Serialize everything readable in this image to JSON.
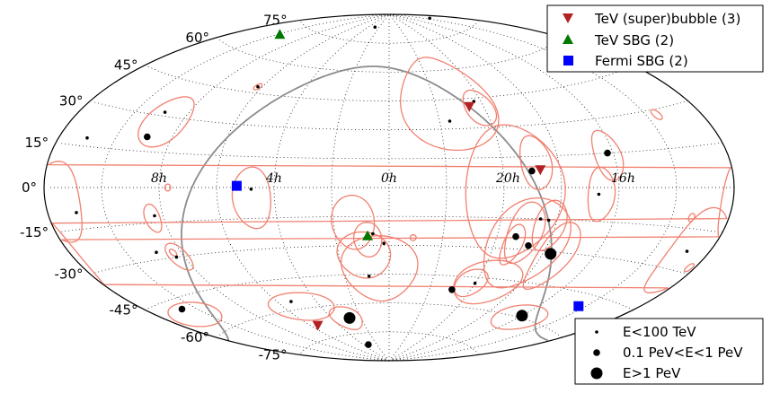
{
  "chart_data": {
    "type": "scatter",
    "projection": "aitoff",
    "coordinate_system": "equatorial",
    "title": "",
    "xlabel": "",
    "ylabel": "",
    "ra_range_hours": [
      0,
      24
    ],
    "dec_range_deg": [
      -90,
      90
    ],
    "grid": true,
    "ra_tick_labels": [
      "8h",
      "4h",
      "0h",
      "20h",
      "16h"
    ],
    "ra_tick_values_h": [
      8,
      4,
      0,
      20,
      16
    ],
    "dec_tick_labels": [
      "75°",
      "60°",
      "45°",
      "30°",
      "15°",
      "0°",
      "-15°",
      "-30°",
      "-45°",
      "-60°",
      "-75°"
    ],
    "dec_tick_values": [
      75,
      60,
      45,
      30,
      15,
      0,
      -15,
      -30,
      -45,
      -60,
      -75
    ],
    "colors": {
      "bubble": "#b22222",
      "sbg_tev": "#007800",
      "sbg_fermi": "#0000ff",
      "contour": "#f08070",
      "plane": "#8c8c8c",
      "events": "#000000"
    },
    "legend_sources": {
      "position": "top-right",
      "entries": [
        {
          "label": "TeV (super)bubble (3)",
          "marker": "triangle-down",
          "color": "#b22222"
        },
        {
          "label": "TeV SBG (2)",
          "marker": "triangle-up",
          "color": "#007800"
        },
        {
          "label": "Fermi SBG (2)",
          "marker": "square",
          "color": "#0000ff"
        }
      ]
    },
    "legend_energy": {
      "position": "bottom-right",
      "entries": [
        {
          "label": "E<100 TeV",
          "size": "small"
        },
        {
          "label": "0.1 PeV<E<1 PeV",
          "size": "medium"
        },
        {
          "label": "E>1 PeV",
          "size": "large"
        }
      ]
    },
    "sources": [
      {
        "type": "bubble",
        "ra_h": 20.6,
        "dec": 40.9
      },
      {
        "type": "bubble",
        "ra_h": 18.7,
        "dec": 8.5
      },
      {
        "type": "bubble",
        "ra_h": 5.5,
        "dec": -68.5
      },
      {
        "type": "sbg_tev",
        "ra_h": 0.8,
        "dec": -25.0
      },
      {
        "type": "sbg_tev",
        "ra_h": 9.9,
        "dec": 69.6
      },
      {
        "type": "sbg_fermi",
        "ra_h": 5.3,
        "dec": 0.8
      },
      {
        "type": "sbg_fermi",
        "ra_h": 14.3,
        "dec": -50.0
      }
    ],
    "events": [
      {
        "ra_h": 8.9,
        "dec": 31.6,
        "class": "small"
      },
      {
        "ra_h": 8.9,
        "dec": 21.0,
        "class": "medium"
      },
      {
        "ra_h": 6.2,
        "dec": 48.0,
        "class": "small"
      },
      {
        "ra_h": 11.0,
        "dec": 18.0,
        "class": "small"
      },
      {
        "ra_h": 11.0,
        "dec": -9.0,
        "class": "small"
      },
      {
        "ra_h": 8.3,
        "dec": -12.0,
        "class": "small"
      },
      {
        "ra_h": 8.9,
        "dec": -27.0,
        "class": "small"
      },
      {
        "ra_h": 8.3,
        "dec": -30.0,
        "class": "small"
      },
      {
        "ra_h": 10.6,
        "dec": -49.0,
        "class": "medium"
      },
      {
        "ra_h": 4.8,
        "dec": -0.8,
        "class": "small"
      },
      {
        "ra_h": 0.6,
        "dec": -24.0,
        "class": "small"
      },
      {
        "ra_h": 0.2,
        "dec": -29.0,
        "class": "small"
      },
      {
        "ra_h": 0.9,
        "dec": -46.0,
        "class": "small"
      },
      {
        "ra_h": 5.3,
        "dec": -56.0,
        "class": "small"
      },
      {
        "ra_h": 2.8,
        "dec": -67.0,
        "class": "large"
      },
      {
        "ra_h": 3.3,
        "dec": -81.0,
        "class": "medium"
      },
      {
        "ra_h": 20.3,
        "dec": 43.3,
        "class": "small"
      },
      {
        "ra_h": 21.6,
        "dec": 34.0,
        "class": "small"
      },
      {
        "ra_h": 19.0,
        "dec": 8.0,
        "class": "medium"
      },
      {
        "ra_h": 16.2,
        "dec": 15.0,
        "class": "medium"
      },
      {
        "ra_h": 16.7,
        "dec": -3.0,
        "class": "small"
      },
      {
        "ra_h": 18.6,
        "dec": -15.0,
        "class": "small"
      },
      {
        "ra_h": 18.3,
        "dec": -15.5,
        "class": "small"
      },
      {
        "ra_h": 19.3,
        "dec": -24.0,
        "class": "medium"
      },
      {
        "ra_h": 18.7,
        "dec": -28.0,
        "class": "medium"
      },
      {
        "ra_h": 17.7,
        "dec": -31.0,
        "class": "large"
      },
      {
        "ra_h": 20.0,
        "dec": -48.0,
        "class": "small"
      },
      {
        "ra_h": 20.9,
        "dec": -52.0,
        "class": "medium"
      },
      {
        "ra_h": 16.0,
        "dec": -59.0,
        "class": "large"
      },
      {
        "ra_h": 12.8,
        "dec": -23.0,
        "class": "small"
      },
      {
        "ra_h": 13.5,
        "dec": 83.0,
        "class": "small"
      },
      {
        "ra_h": 2.8,
        "dec": 83.0,
        "class": "small"
      }
    ],
    "contours": [
      {
        "ra_h": 8.6,
        "dec": 28.0,
        "w_deg": 22,
        "h_deg": 22
      },
      {
        "ra_h": 13.6,
        "dec": 28.0,
        "w_deg": 4,
        "h_deg": 4
      },
      {
        "ra_h": 11.6,
        "dec": -5.0,
        "w_deg": 24,
        "h_deg": 28
      },
      {
        "ra_h": 8.4,
        "dec": -13.0,
        "w_deg": 8,
        "h_deg": 12
      },
      {
        "ra_h": 8.2,
        "dec": -30.0,
        "w_deg": 10,
        "h_deg": 12
      },
      {
        "ra_h": 8.3,
        "dec": -28.0,
        "w_deg": 3,
        "h_deg": 3
      },
      {
        "ra_h": 6.2,
        "dec": 48.0,
        "w_deg": 3,
        "h_deg": 3
      },
      {
        "ra_h": 7.7,
        "dec": 0.0,
        "w_deg": 3,
        "h_deg": 3
      },
      {
        "ra_h": 10.5,
        "dec": -52.0,
        "w_deg": 24,
        "h_deg": 10
      },
      {
        "ra_h": 4.8,
        "dec": -5.0,
        "w_deg": 20,
        "h_deg": 30
      },
      {
        "ra_h": 1.3,
        "dec": -18.0,
        "w_deg": 22,
        "h_deg": 28
      },
      {
        "ra_h": 0.8,
        "dec": -27.0,
        "w_deg": 14,
        "h_deg": 18
      },
      {
        "ra_h": 0.4,
        "dec": -42.0,
        "w_deg": 36,
        "h_deg": 34
      },
      {
        "ra_h": 1.0,
        "dec": -35.0,
        "w_deg": 26,
        "h_deg": 24
      },
      {
        "ra_h": 5.0,
        "dec": -59.0,
        "w_deg": 28,
        "h_deg": 14
      },
      {
        "ra_h": 3.0,
        "dec": -67.0,
        "w_deg": 12,
        "h_deg": 12
      },
      {
        "ra_h": 23.1,
        "dec": -26.0,
        "w_deg": 3,
        "h_deg": 3
      },
      {
        "ra_h": 21.5,
        "dec": 43.0,
        "w_deg": 44,
        "h_deg": 48
      },
      {
        "ra_h": 20.2,
        "dec": 40.0,
        "w_deg": 14,
        "h_deg": 18
      },
      {
        "ra_h": 18.8,
        "dec": 12.0,
        "w_deg": 16,
        "h_deg": 26
      },
      {
        "ra_h": 19.6,
        "dec": -2.0,
        "w_deg": 52,
        "h_deg": 66
      },
      {
        "ra_h": 16.2,
        "dec": 14.0,
        "w_deg": 14,
        "h_deg": 22
      },
      {
        "ra_h": 16.6,
        "dec": -3.0,
        "w_deg": 14,
        "h_deg": 24
      },
      {
        "ra_h": 18.2,
        "dec": -18.0,
        "w_deg": 16,
        "h_deg": 24
      },
      {
        "ra_h": 19.0,
        "dec": -22.0,
        "w_deg": 18,
        "h_deg": 30
      },
      {
        "ra_h": 19.3,
        "dec": -28.0,
        "w_deg": 10,
        "h_deg": 20
      },
      {
        "ra_h": 17.5,
        "dec": -32.0,
        "w_deg": 18,
        "h_deg": 32
      },
      {
        "ra_h": 18.8,
        "dec": -27.0,
        "w_deg": 40,
        "h_deg": 44
      },
      {
        "ra_h": 20.2,
        "dec": -48.0,
        "w_deg": 14,
        "h_deg": 14
      },
      {
        "ra_h": 19.5,
        "dec": -47.0,
        "w_deg": 30,
        "h_deg": 22
      },
      {
        "ra_h": 16.0,
        "dec": -60.0,
        "w_deg": 22,
        "h_deg": 12
      },
      {
        "ra_h": 12.6,
        "dec": -23.0,
        "w_deg": 24,
        "h_deg": 32
      },
      {
        "ra_h": 13.3,
        "dec": -11.0,
        "w_deg": 3,
        "h_deg": 3
      },
      {
        "ra_h": 12.2,
        "dec": -28.0,
        "w_deg": 3,
        "h_deg": 3
      }
    ]
  }
}
